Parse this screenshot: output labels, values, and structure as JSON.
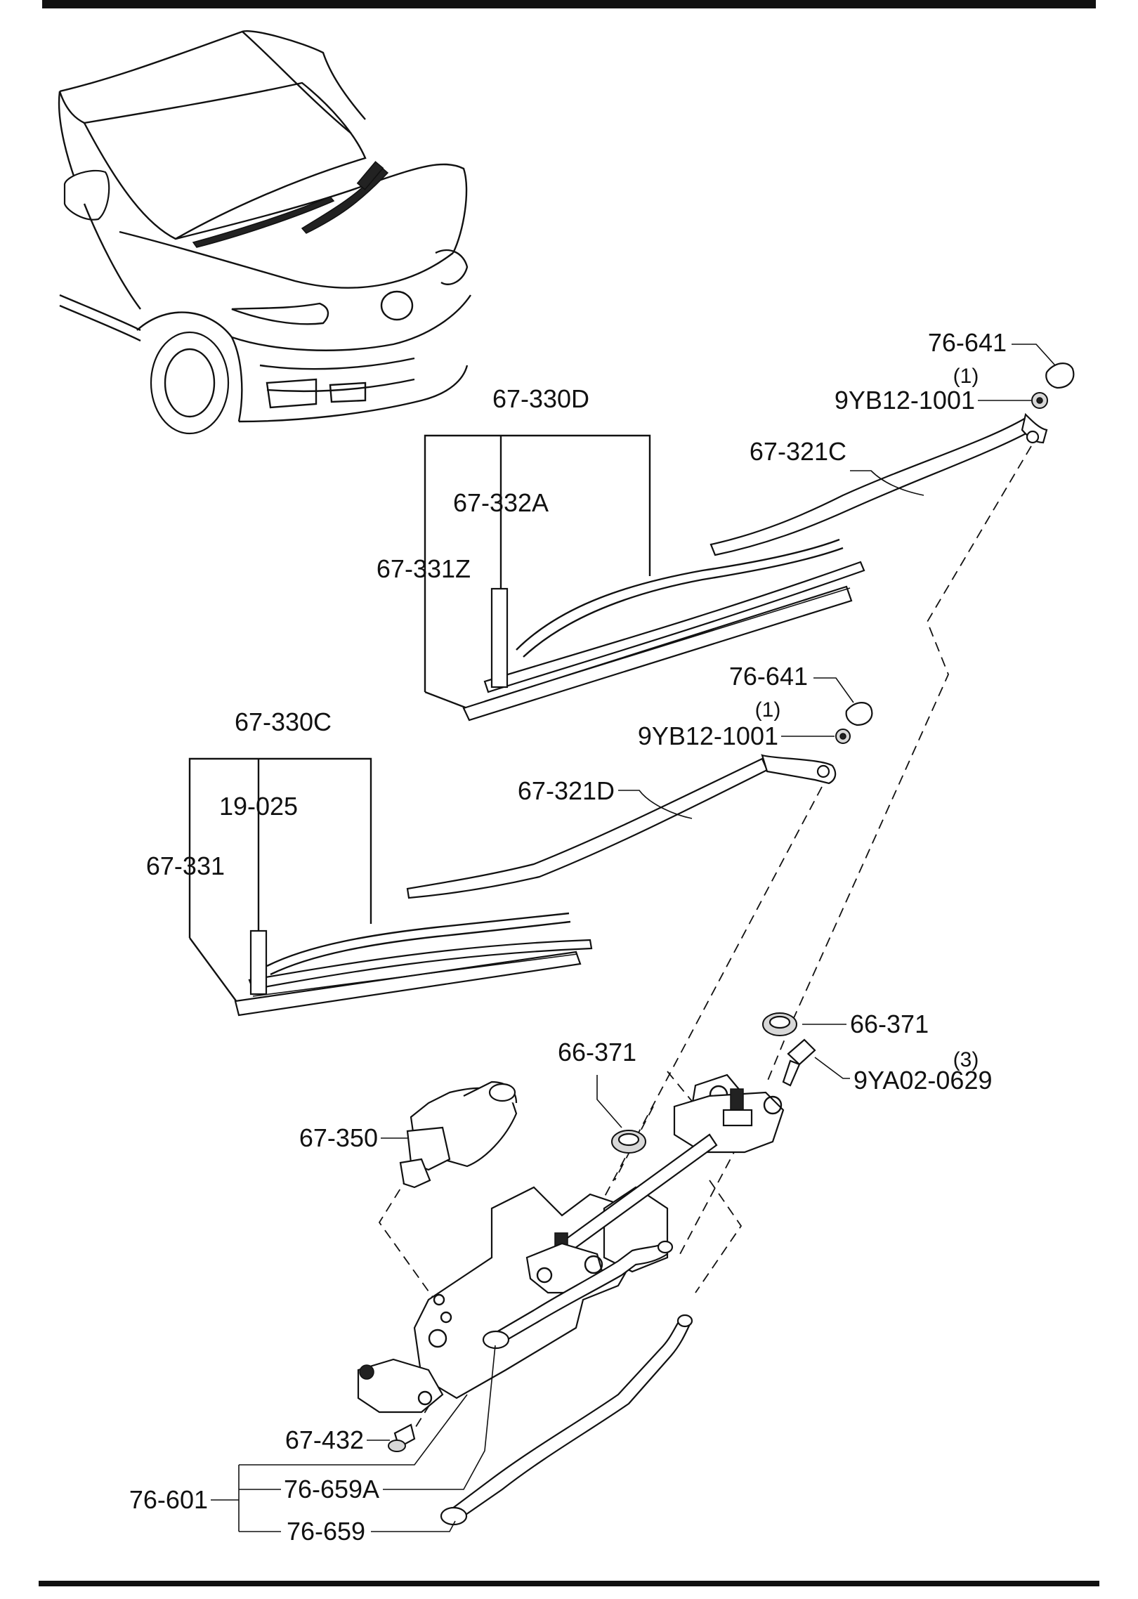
{
  "diagram": {
    "colors": {
      "ink": "#111111",
      "background": "#ffffff"
    },
    "labels": {
      "cap_upper": "76-641",
      "nut_upper_qty": "(1)",
      "nut_upper": "9YB12-1001",
      "arm_upper": "67-321C",
      "blade_upper_assy": "67-330D",
      "blade_upper_rubber": "67-332A",
      "blade_upper_insert": "67-331Z",
      "cap_lower": "76-641",
      "nut_lower_qty": "(1)",
      "nut_lower": "9YB12-1001",
      "arm_lower": "67-321D",
      "blade_lower_assy": "67-330C",
      "blade_lower_rubber": "19-025",
      "blade_lower_insert": "67-331",
      "cap_seal_right": "66-371",
      "bolt_qty": "(3)",
      "bolt": "9YA02-0629",
      "cap_seal_left": "66-371",
      "motor": "67-350",
      "bolt_lower": "67-432",
      "link_assy": "76-601",
      "link_a": "76-659A",
      "link_b": "76-659"
    }
  }
}
